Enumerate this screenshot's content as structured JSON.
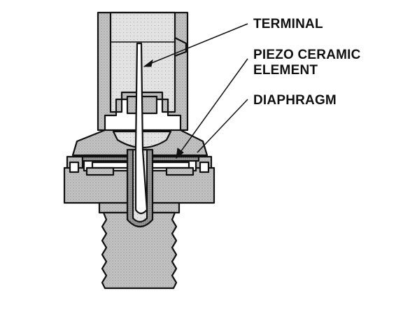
{
  "diagram": {
    "labels": {
      "terminal": "TERMINAL",
      "piezo_line1": "PIEZO CERAMIC",
      "piezo_line2": "ELEMENT",
      "diaphragm": "DIAPHRAGM"
    },
    "colors": {
      "ink": "#111111",
      "body_fill": "#bfbfbf",
      "light_fill": "#dedede",
      "dark_fill": "#8f8f8f",
      "background": "#ffffff"
    }
  }
}
